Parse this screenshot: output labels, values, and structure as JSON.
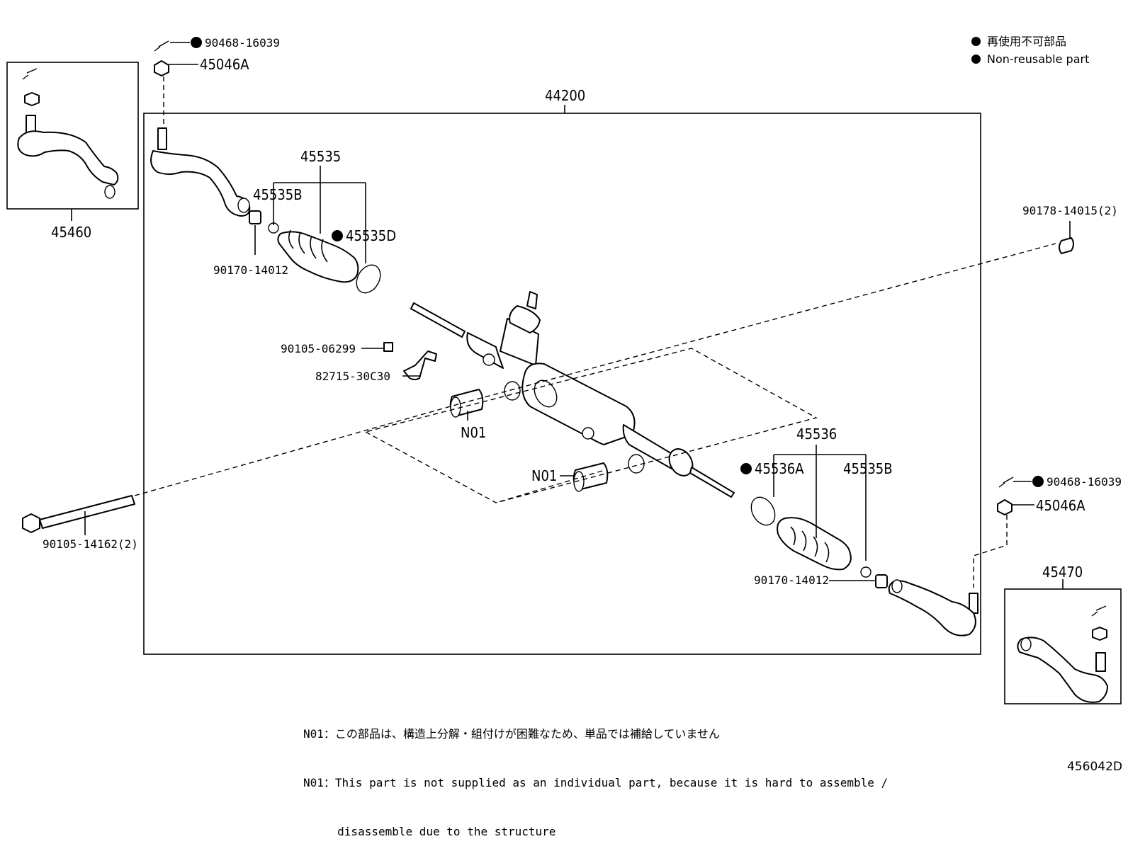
{
  "legend": {
    "item_ja": "再使用不可部品",
    "item_en": "Non-reusable part"
  },
  "labels": {
    "p44200": "44200",
    "p45460": "45460",
    "p45470": "45470",
    "p90468_left": "90468-16039",
    "p45046A_left": "45046A",
    "p45535": "45535",
    "p45535B_left": "45535B",
    "p45535D": "45535D",
    "p90170_left": "90170-14012",
    "p90178": "90178-14015(2)",
    "p90105_06299": "90105-06299",
    "p82715": "82715-30C30",
    "n01_a": "N01",
    "n01_b": "N01",
    "p45536": "45536",
    "p45536A": "45536A",
    "p45535B_right": "45535B",
    "p90468_right": "90468-16039",
    "p45046A_right": "45046A",
    "p90105_14162": "90105-14162(2)",
    "p90170_right": "90170-14012"
  },
  "notes": {
    "line_ja": "N01：この部品は、構造上分解・組付けが困難なため、単品では補給していません",
    "line_en_1": "N01：This part is not supplied as an individual part, because it is hard to assemble /",
    "line_en_2": "     disassemble due to the structure"
  },
  "figure_id": "456042D"
}
